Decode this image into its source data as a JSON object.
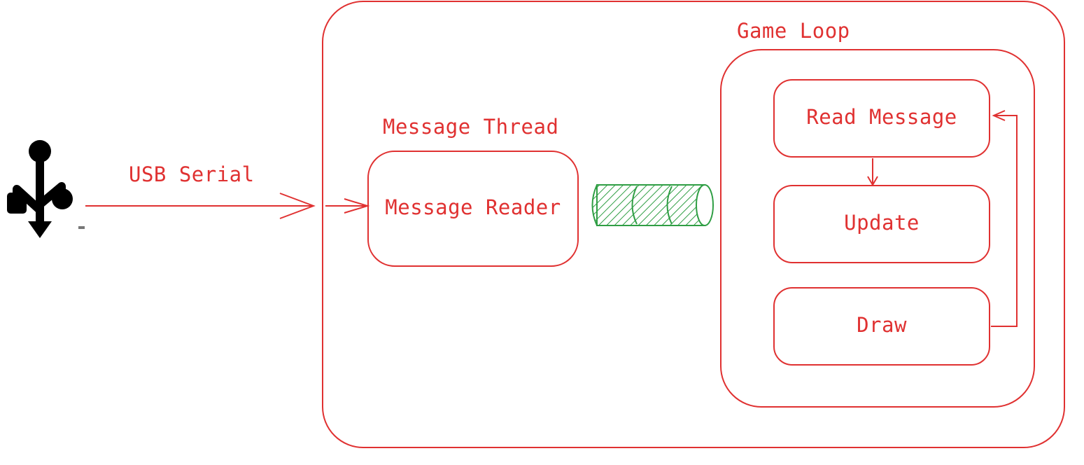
{
  "colors": {
    "stroke": "#e03131",
    "text": "#e03131",
    "queue": "#2f9e44",
    "icon": "#000000"
  },
  "usb": {
    "icon": "usb-icon",
    "label": "USB Serial"
  },
  "message_thread": {
    "title": "Message Thread",
    "box_label": "Message Reader"
  },
  "queue": {
    "icon": "queue-cylinder-icon"
  },
  "game_loop": {
    "title": "Game Loop",
    "steps": [
      {
        "label": "Read Message"
      },
      {
        "label": "Update"
      },
      {
        "label": "Draw"
      }
    ]
  }
}
